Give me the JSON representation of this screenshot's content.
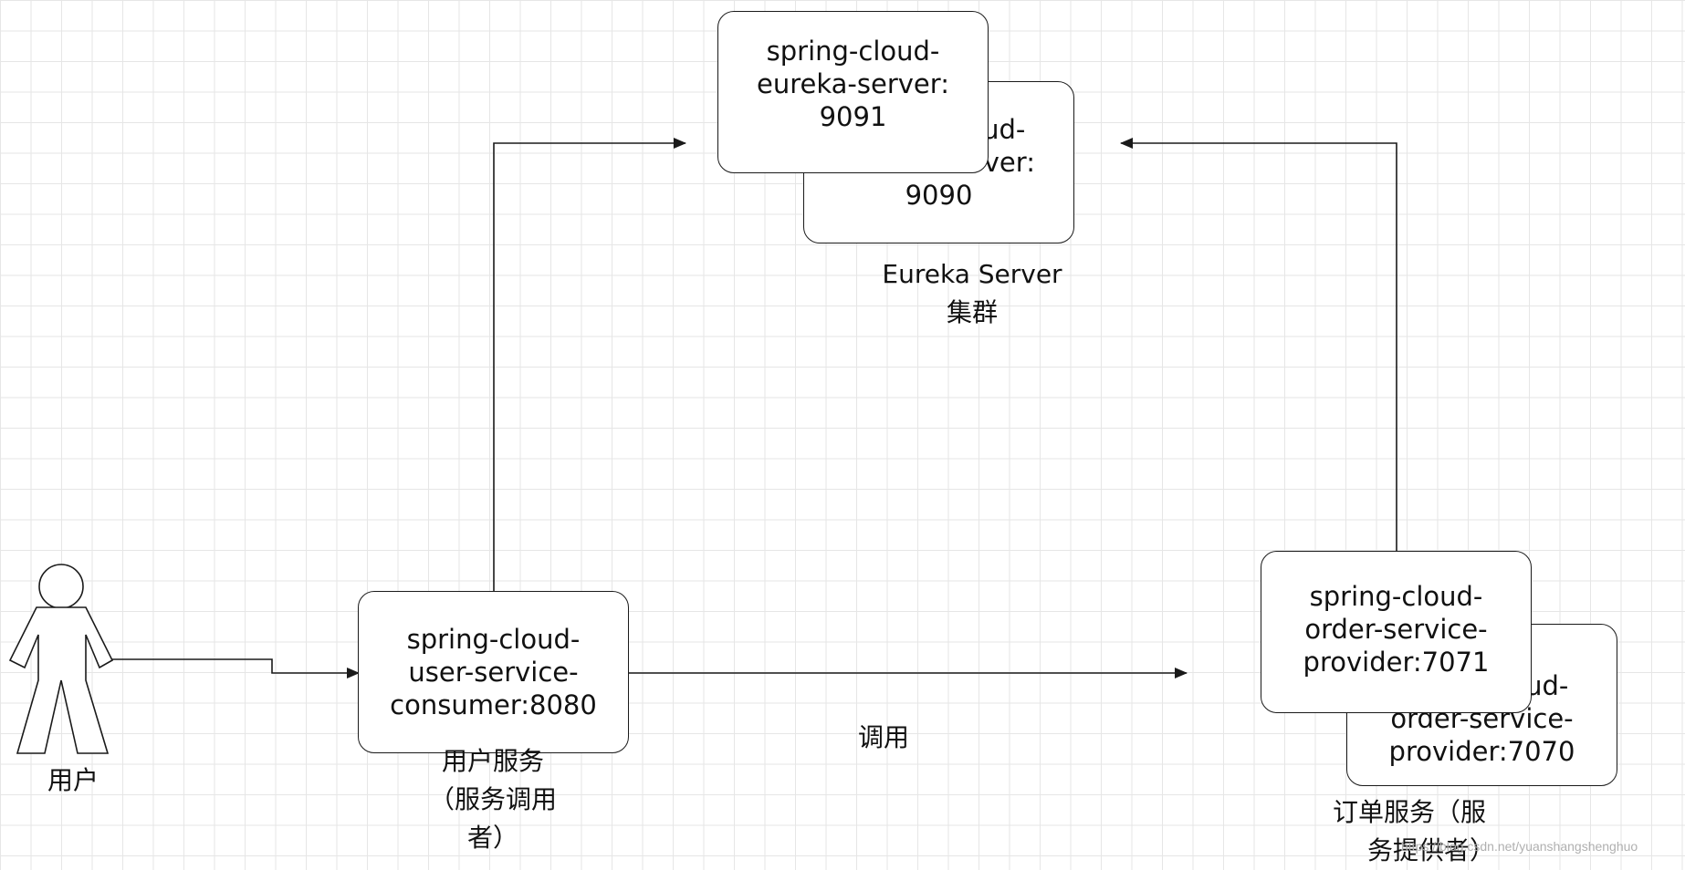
{
  "diagram": {
    "nodes": {
      "eureka_9090": [
        "spring-cloud-",
        "eureka-server:",
        "9090"
      ],
      "eureka_9091": [
        "spring-cloud-",
        "eureka-server:",
        "9091"
      ],
      "user_service": [
        "spring-cloud-",
        "user-service-",
        "consumer:8080"
      ],
      "order_7070": [
        "spring-cloud-",
        "order-service-",
        "provider:7070"
      ],
      "order_7071": [
        "spring-cloud-",
        "order-service-",
        "provider:7071"
      ]
    },
    "labels": {
      "eureka_cluster": [
        "Eureka Server",
        "集群"
      ],
      "user_actor": "用户",
      "user_service_caption": [
        "用户服务",
        "（服务调用",
        "者）"
      ],
      "call_edge": "调用",
      "order_service_caption": [
        "订单服务（服",
        "务提供者）"
      ]
    },
    "watermark": "https://blog.csdn.net/yuanshangshenghuo"
  }
}
